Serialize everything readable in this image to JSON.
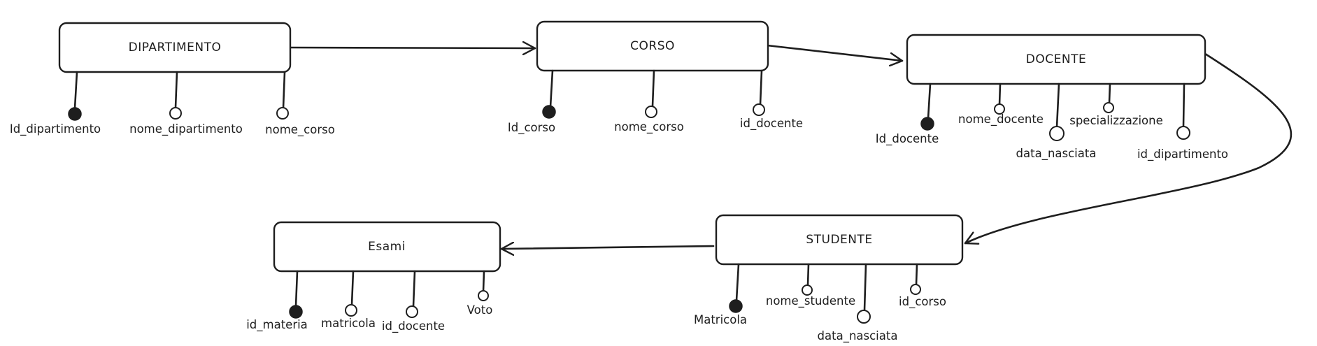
{
  "entities": [
    {
      "id": "dipartimento",
      "title": "DIPARTIMENTO",
      "attributes": [
        {
          "label": "Id_dipartimento",
          "key": true
        },
        {
          "label": "nome_dipartimento",
          "key": false
        },
        {
          "label": "nome_corso",
          "key": false
        }
      ]
    },
    {
      "id": "corso",
      "title": "CORSO",
      "attributes": [
        {
          "label": "Id_corso",
          "key": true
        },
        {
          "label": "nome_corso",
          "key": false
        },
        {
          "label": "id_docente",
          "key": false
        }
      ]
    },
    {
      "id": "docente",
      "title": "DOCENTE",
      "attributes": [
        {
          "label": "Id_docente",
          "key": true
        },
        {
          "label": "nome_docente",
          "key": false
        },
        {
          "label": "data_nasciata",
          "key": false
        },
        {
          "label": "specializzazione",
          "key": false
        },
        {
          "label": "id_dipartimento",
          "key": false
        }
      ]
    },
    {
      "id": "esami",
      "title": "Esami",
      "attributes": [
        {
          "label": "id_materia",
          "key": true
        },
        {
          "label": "matricola",
          "key": false
        },
        {
          "label": "id_docente",
          "key": false
        },
        {
          "label": "Voto",
          "key": false
        }
      ]
    },
    {
      "id": "studente",
      "title": "STUDENTE",
      "attributes": [
        {
          "label": "Matricola",
          "key": true
        },
        {
          "label": "nome_studente",
          "key": false
        },
        {
          "label": "data_nasciata",
          "key": false
        },
        {
          "label": "id_corso",
          "key": false
        }
      ]
    }
  ],
  "relationships": [
    {
      "from": "DIPARTIMENTO",
      "to": "CORSO"
    },
    {
      "from": "CORSO",
      "to": "DOCENTE"
    },
    {
      "from": "DOCENTE",
      "to": "STUDENTE"
    },
    {
      "from": "STUDENTE",
      "to": "Esami"
    }
  ]
}
